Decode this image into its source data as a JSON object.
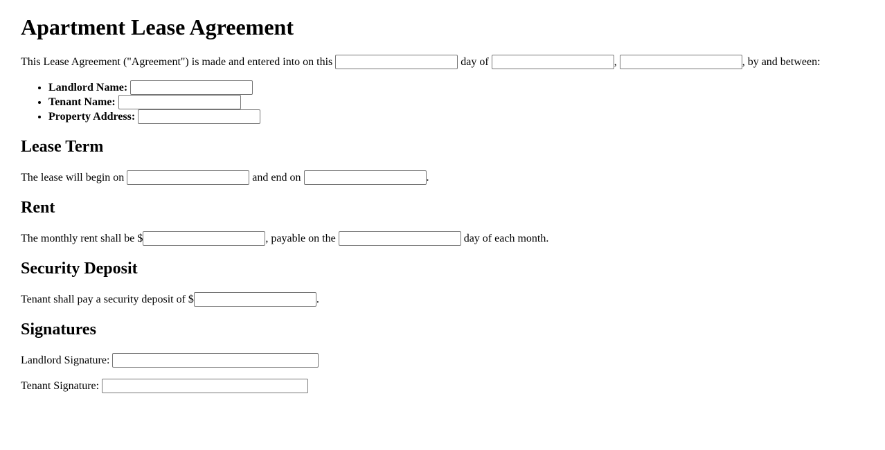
{
  "page": {
    "title": "Apartment Lease Agreement"
  },
  "intro": {
    "text_before_day": "This Lease Agreement (\"Agreement\") is made and entered into on this",
    "text_day_of": "day of",
    "comma_after_month": ",",
    "text_after_year": ", by and between:"
  },
  "parties": {
    "landlord_label": "Landlord Name:",
    "tenant_label": "Tenant Name:",
    "property_label": "Property Address:"
  },
  "lease_term": {
    "heading": "Lease Term",
    "text_before_start": "The lease will begin on",
    "text_between": "and end on",
    "text_after_end": "."
  },
  "rent": {
    "heading": "Rent",
    "text_before_amount": "The monthly rent shall be $",
    "text_after_amount": ", payable on the",
    "text_after_due_day": "day of each month."
  },
  "security_deposit": {
    "heading": "Security Deposit",
    "text_before_amount": "Tenant shall pay a security deposit of $",
    "text_after_amount": "."
  },
  "signatures": {
    "heading": "Signatures",
    "landlord_label": "Landlord Signature:",
    "tenant_label": "Tenant Signature:"
  },
  "fields": {
    "day": "",
    "month": "",
    "year": "",
    "landlord_name": "",
    "tenant_name": "",
    "property_address": "",
    "lease_start": "",
    "lease_end": "",
    "rent_amount": "",
    "rent_due_day": "",
    "deposit_amount": "",
    "landlord_signature": "",
    "tenant_signature": ""
  }
}
